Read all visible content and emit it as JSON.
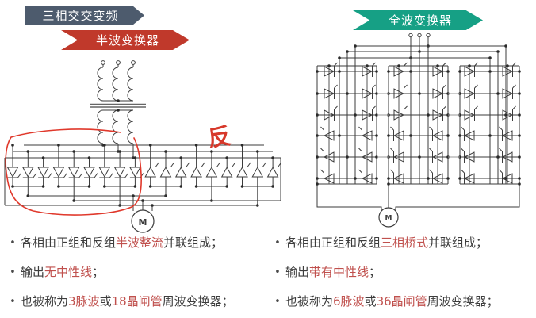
{
  "banners": {
    "topic": "三相交交变频",
    "half_wave": "半波变换器",
    "full_wave": "全波变换器"
  },
  "diagrams": {
    "half_wave_motor_label": "M",
    "full_wave_motor_label": "M",
    "handwritten_annotation": "反"
  },
  "bullet_char": "•",
  "bullets_left": [
    {
      "segments": [
        "各相由正组和反组",
        "半波整流",
        "并联组成；"
      ]
    },
    {
      "segments": [
        "输出",
        "无中性线",
        "；"
      ]
    },
    {
      "segments": [
        "也被称为",
        "3脉波",
        "或",
        "18晶闸管",
        "周波变换器；"
      ]
    }
  ],
  "bullets_right": [
    {
      "segments": [
        "各相由正组和反组",
        "三相桥式",
        "并联组成；"
      ]
    },
    {
      "segments": [
        "输出",
        "带有中性线",
        "；"
      ]
    },
    {
      "segments": [
        "也被称为",
        "6脉波",
        "或",
        "36晶闸管",
        "周波变换器；"
      ]
    }
  ],
  "colors": {
    "topic_banner": "#4d5b6d",
    "half_wave_banner": "#c0392b",
    "full_wave_banner": "#16a085",
    "highlight_text": "#c0504d",
    "body_text": "#3d3d3d",
    "annotation_red": "#d7392b",
    "circuit_line": "#3b3b3b"
  }
}
